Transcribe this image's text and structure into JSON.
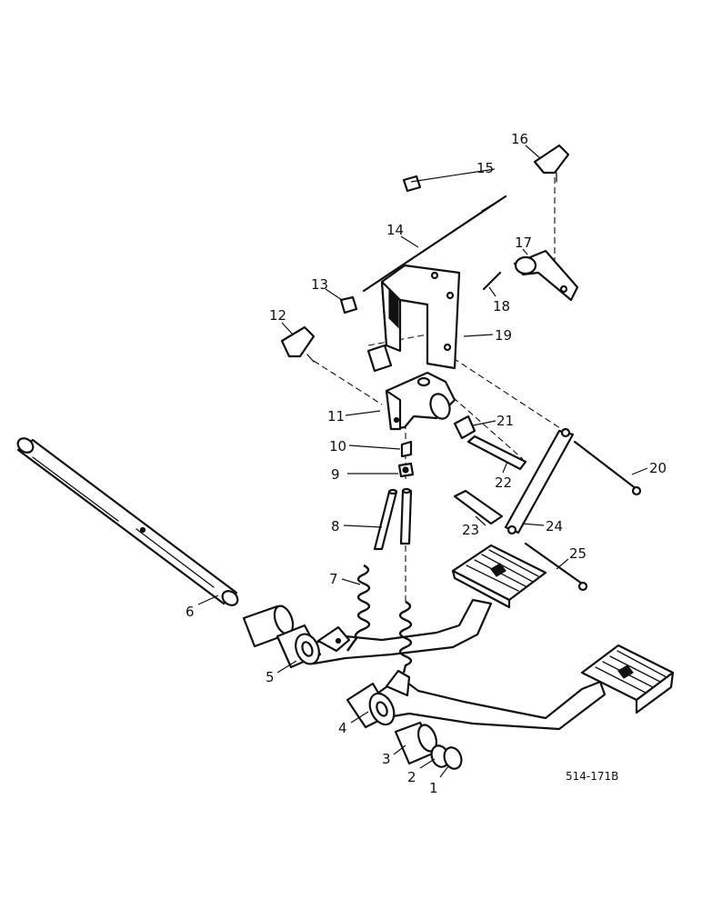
{
  "figure": {
    "reference_number": "514-171B",
    "callouts": [
      "1",
      "2",
      "3",
      "4",
      "5",
      "6",
      "7",
      "8",
      "9",
      "10",
      "11",
      "12",
      "13",
      "14",
      "15",
      "16",
      "17",
      "18",
      "19",
      "20",
      "21",
      "22",
      "23",
      "24",
      "25"
    ]
  }
}
